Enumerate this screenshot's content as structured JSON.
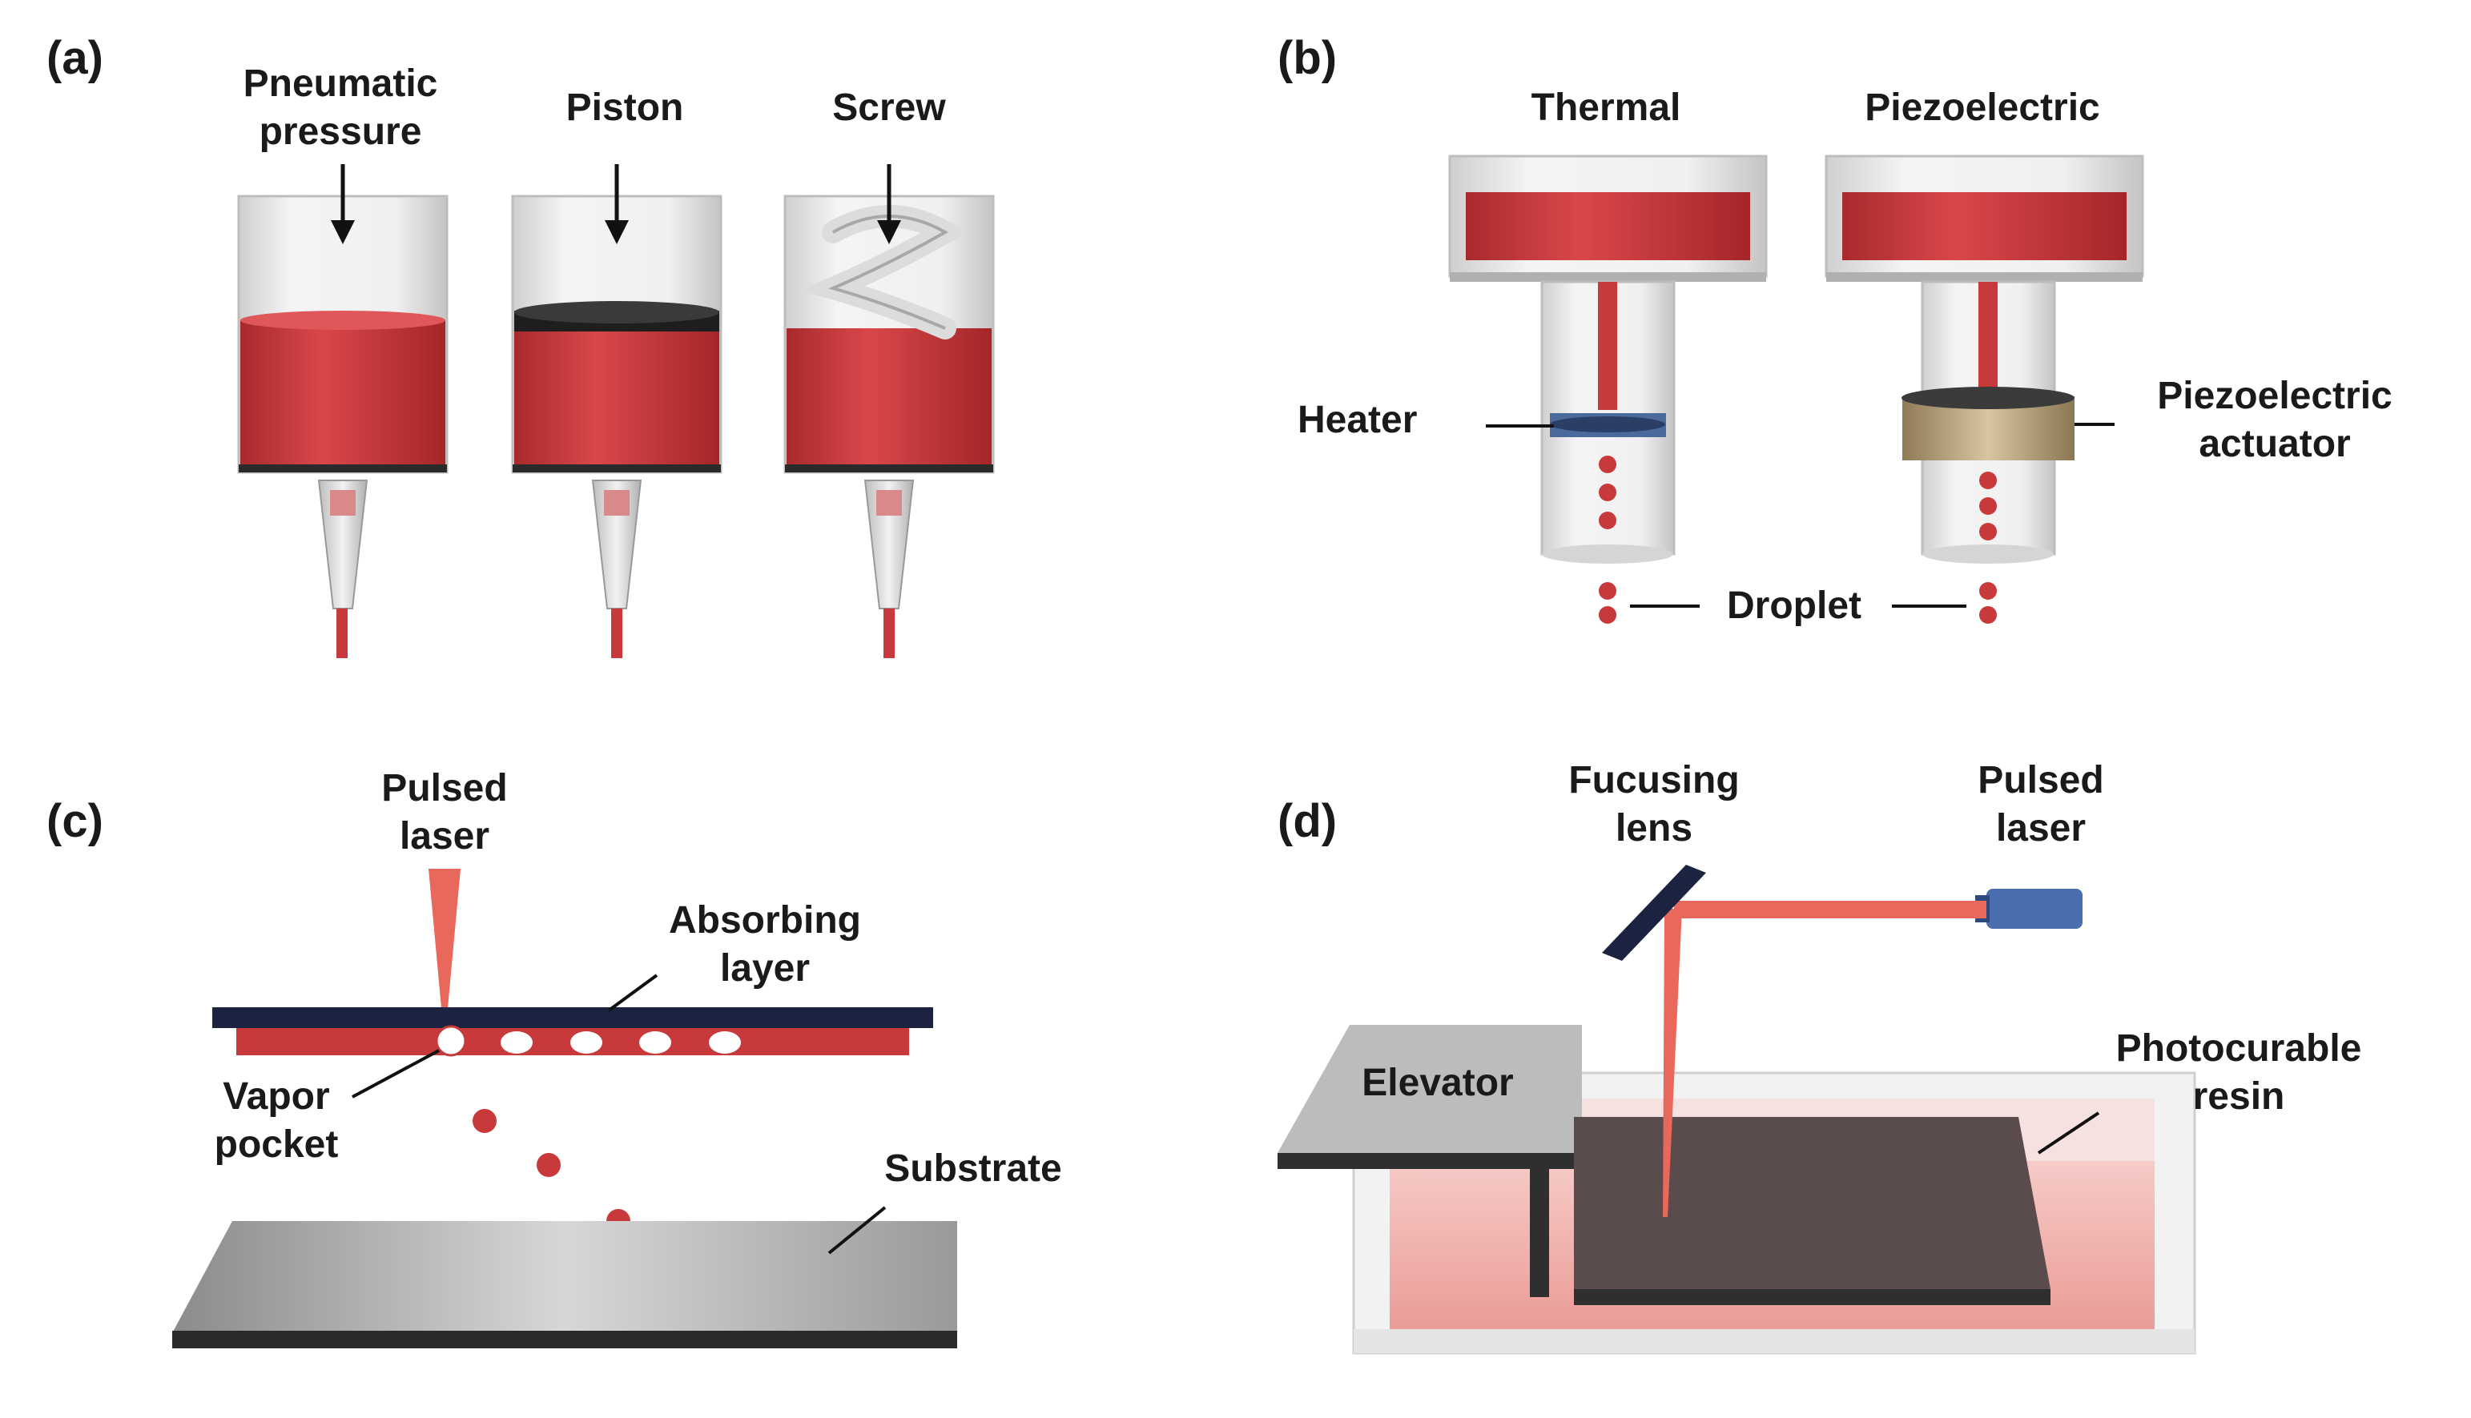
{
  "panel_a": {
    "tag": "(a)",
    "methods": [
      {
        "label_lines": [
          "Pneumatic",
          "pressure"
        ]
      },
      {
        "label_lines": [
          "Piston"
        ]
      },
      {
        "label_lines": [
          "Screw"
        ]
      }
    ]
  },
  "panel_b": {
    "tag": "(b)",
    "methods": [
      {
        "label": "Thermal"
      },
      {
        "label": "Piezoelectric"
      }
    ],
    "heater_label": "Heater",
    "actuator_label_lines": [
      "Piezoelectric",
      "actuator"
    ],
    "droplet_label": "Droplet"
  },
  "panel_c": {
    "tag": "(c)",
    "laser_label_lines": [
      "Pulsed",
      "laser"
    ],
    "absorbing_label_lines": [
      "Absorbing",
      "layer"
    ],
    "vapor_label_lines": [
      "Vapor",
      "pocket"
    ],
    "substrate_label": "Substrate"
  },
  "panel_d": {
    "tag": "(d)",
    "lens_label_lines": [
      "Fucusing",
      "lens"
    ],
    "laser_label_lines": [
      "Pulsed",
      "laser"
    ],
    "elevator_label": "Elevator",
    "resin_label_lines": [
      "Photocurable",
      "resin"
    ]
  },
  "colors": {
    "bioink_red": "#c8393b",
    "laser_red": "#e8685c",
    "dark_navy": "#1c2340",
    "piezo_gold": "#b9a37a",
    "heater_blue": "#4b6a9c",
    "glass": "#e6e6e6"
  }
}
